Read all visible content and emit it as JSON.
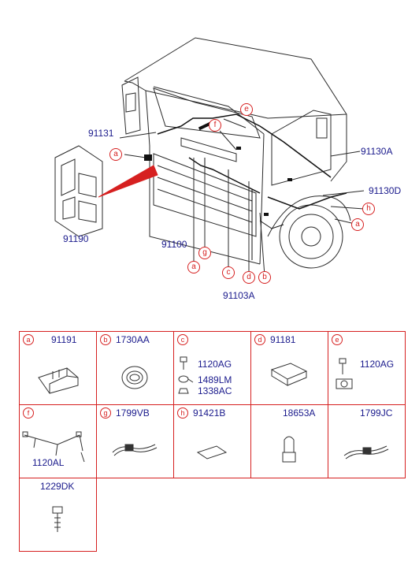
{
  "diagram": {
    "labels": [
      "91131",
      "91130A",
      "91130D",
      "91190",
      "91100",
      "91103A"
    ],
    "callouts": [
      "a",
      "b",
      "c",
      "d",
      "e",
      "f",
      "g",
      "h"
    ],
    "colors": {
      "line": "#2a2a2a",
      "accent": "#d62020",
      "text": "#1a1a8c"
    }
  },
  "parts_table": {
    "row1": [
      {
        "code": "a",
        "part": "91191"
      },
      {
        "code": "b",
        "part": "1730AA"
      },
      {
        "code": "c",
        "part": "",
        "subparts": [
          "1120AG",
          "1489LM",
          "1338AC"
        ]
      },
      {
        "code": "d",
        "part": "91181"
      },
      {
        "code": "e",
        "part": "",
        "subparts": [
          "1120AG"
        ]
      }
    ],
    "row2": [
      {
        "code": "f",
        "part": "",
        "subparts": [
          "1120AL"
        ]
      },
      {
        "code": "g",
        "part": "1799VB"
      },
      {
        "code": "h",
        "part": "91421B"
      },
      {
        "code": "",
        "part": "18653A"
      },
      {
        "code": "",
        "part": "1799JC"
      }
    ],
    "row3": [
      {
        "code": "",
        "part": "1229DK"
      }
    ]
  }
}
